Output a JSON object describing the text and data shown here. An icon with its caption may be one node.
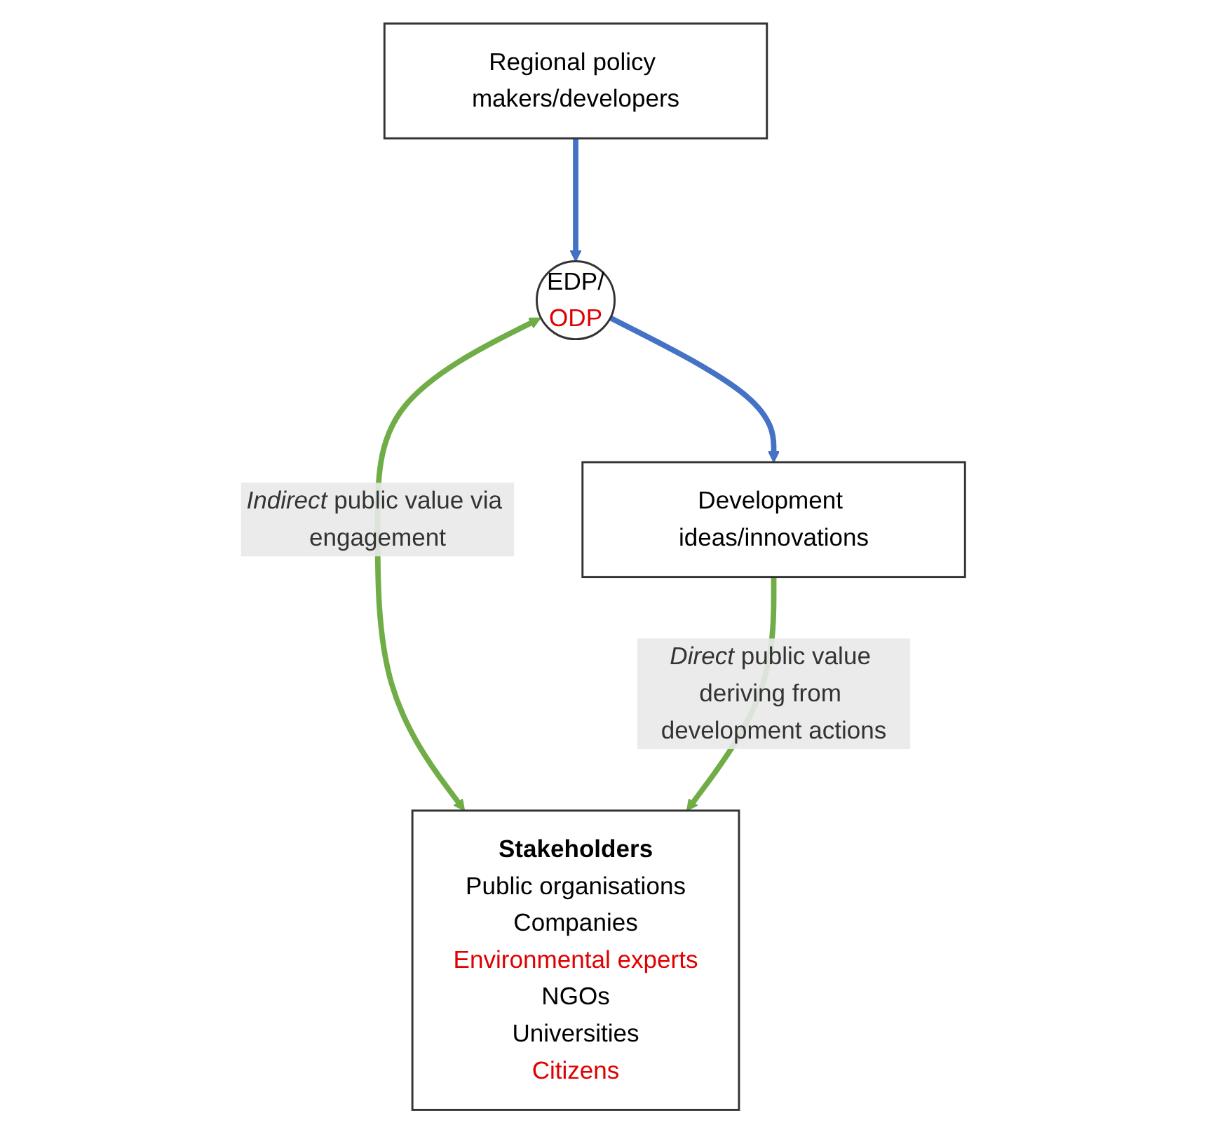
{
  "diagram": {
    "nodes": [
      {
        "text": [
          "Regional policy makers/developers"
        ]
      },
      {
        "text": [
          "EDP/",
          "ODP"
        ]
      },
      {
        "text": [
          "Development ideas/innovations"
        ]
      },
      {
        "text": [
          "Stakeholders",
          "Public organisations",
          "Companies",
          "Environmental experts",
          "NGOs",
          "Universities",
          "Citizens"
        ]
      }
    ],
    "edges": [
      {
        "from": 0,
        "to": 1,
        "arrow": "to",
        "color": "#4472c4"
      },
      {
        "from": 1,
        "to": 2,
        "arrow": "to",
        "color": "#4472c4"
      },
      {
        "from": 1,
        "to": 3,
        "arrow": "both",
        "color": "#70ad47",
        "label": "*Indirect* public value via engagement"
      },
      {
        "from": 2,
        "to": 3,
        "arrow": "to",
        "color": "#70ad47",
        "label": "*Direct* public value deriving from development actions"
      }
    ]
  }
}
